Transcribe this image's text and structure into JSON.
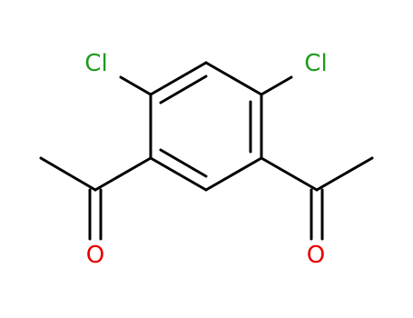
{
  "structure": {
    "atoms": [
      {
        "id": "cl_left",
        "element": "Cl",
        "label": "Cl"
      },
      {
        "id": "cl_right",
        "element": "Cl",
        "label": "Cl"
      },
      {
        "id": "o_left",
        "element": "O",
        "label": "O"
      },
      {
        "id": "o_right",
        "element": "O",
        "label": "O"
      }
    ]
  },
  "colors": {
    "bond": "#000000",
    "chlorine": "#1f9a1f",
    "oxygen": "#e60000",
    "background": "#ffffff"
  }
}
